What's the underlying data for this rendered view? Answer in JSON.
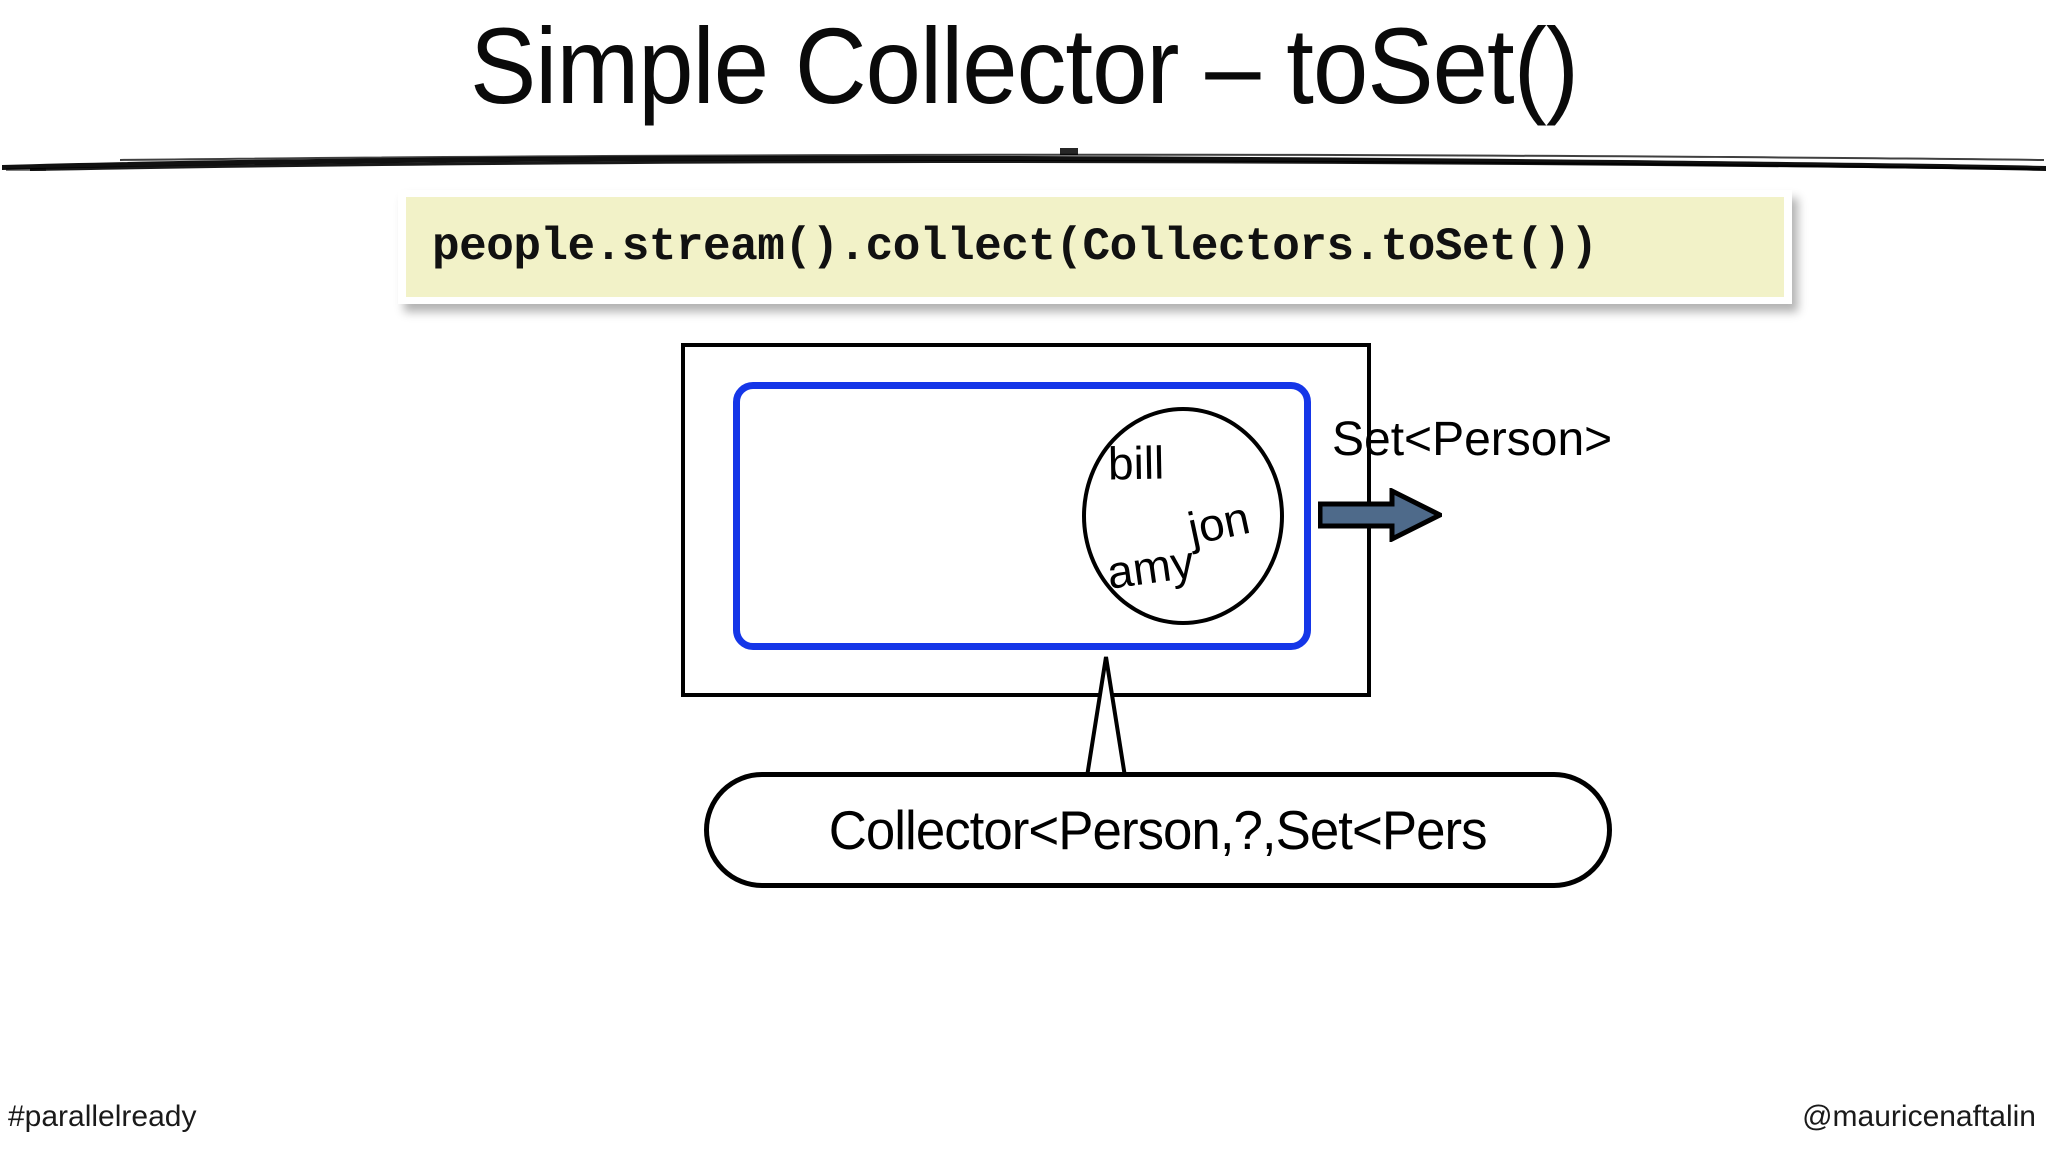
{
  "slide": {
    "title": "Simple Collector – toSet()",
    "background_color": "#ffffff"
  },
  "code_block": {
    "code": "people.stream().collect(Collectors.toSet())",
    "background_color": "#f2f2c8",
    "text_color": "#111111"
  },
  "diagram": {
    "outer_container": {
      "name": "stream-source-box",
      "border_color": "#000000"
    },
    "inner_container": {
      "name": "pipeline-box",
      "border_color": "#1536e8"
    },
    "element_circle": {
      "name": "elements-circle",
      "border_color": "#000000",
      "elements": [
        {
          "label": "bill"
        },
        {
          "label": "jon"
        },
        {
          "label": "amy"
        }
      ]
    },
    "result": {
      "label": "Set<Person>",
      "arrow_name": "result-arrow",
      "arrow_fill": "#4e6a8a",
      "arrow_stroke": "#000000"
    },
    "callout": {
      "text": "Collector<Person,?,Set<Pers",
      "border_color": "#000000",
      "background_color": "#ffffff"
    }
  },
  "footer": {
    "left": "#parallelready",
    "right": "@mauricenaftalin"
  }
}
